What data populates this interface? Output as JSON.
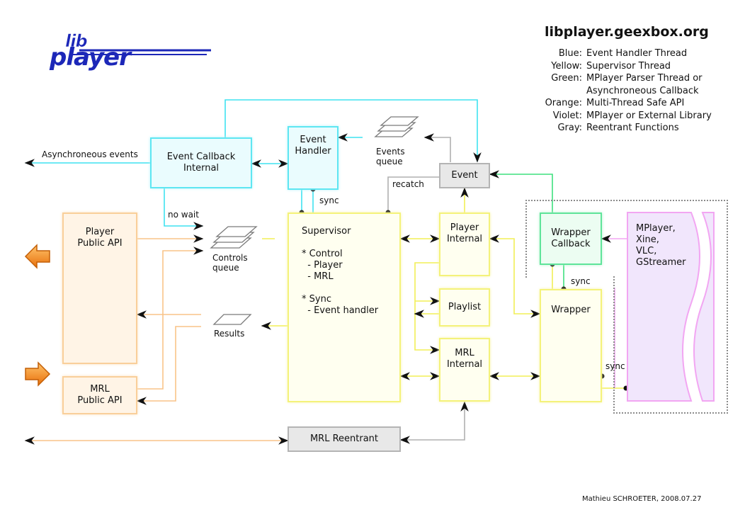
{
  "title": "libplayer.geexbox.org",
  "logo": {
    "top": "lib",
    "bottom": "player"
  },
  "legend": [
    {
      "color": "Blue:",
      "desc": "Event Handler Thread"
    },
    {
      "color": "Yellow:",
      "desc": "Supervisor Thread"
    },
    {
      "color": "Green:",
      "desc": "MPlayer Parser Thread or"
    },
    {
      "color": "",
      "desc": "Asynchroneous Callback"
    },
    {
      "color": "Orange:",
      "desc": "Multi-Thread Safe API"
    },
    {
      "color": "Violet:",
      "desc": "MPlayer or External Library"
    },
    {
      "color": "Gray:",
      "desc": "Reentrant Functions"
    }
  ],
  "boxes": {
    "event_callback": [
      "Event Callback",
      "Internal"
    ],
    "event_handler": [
      "Event",
      "Handler"
    ],
    "event": [
      "Event"
    ],
    "player_public_api": [
      "Player",
      "Public API"
    ],
    "mrl_public_api": [
      "MRL",
      "Public API"
    ],
    "supervisor": [
      "Supervisor",
      "",
      "* Control",
      "  - Player",
      "  - MRL",
      "",
      "* Sync",
      "  - Event handler"
    ],
    "player_internal": [
      "Player",
      "Internal"
    ],
    "playlist": [
      "Playlist"
    ],
    "mrl_internal": [
      "MRL",
      "Internal"
    ],
    "wrapper_callback": [
      "Wrapper",
      "Callback"
    ],
    "wrapper": [
      "Wrapper"
    ],
    "external_lib": [
      "MPlayer,",
      "Xine,",
      "VLC,",
      "GStreamer"
    ],
    "mrl_reentrant": [
      "MRL Reentrant"
    ]
  },
  "queues": {
    "events_queue": [
      "Events",
      "queue"
    ],
    "controls_queue": [
      "Controls",
      "queue"
    ],
    "results": [
      "Results"
    ]
  },
  "labels": {
    "async_events": "Asynchroneous events",
    "no_wait": "no wait",
    "sync_handler": "sync",
    "recatch": "recatch",
    "sync_wrapper": "sync",
    "sync_lib": "sync"
  },
  "credit": "Mathieu SCHROETER, 2008.07.27",
  "colors": {
    "blue": "#3fe2f0",
    "yellow": "#f2ef57",
    "orange": "#f9c489",
    "green": "#3fe07f",
    "gray": "#b0b0b0",
    "violet": "#f2a6f2",
    "logo_blue": "#1c27b8"
  }
}
